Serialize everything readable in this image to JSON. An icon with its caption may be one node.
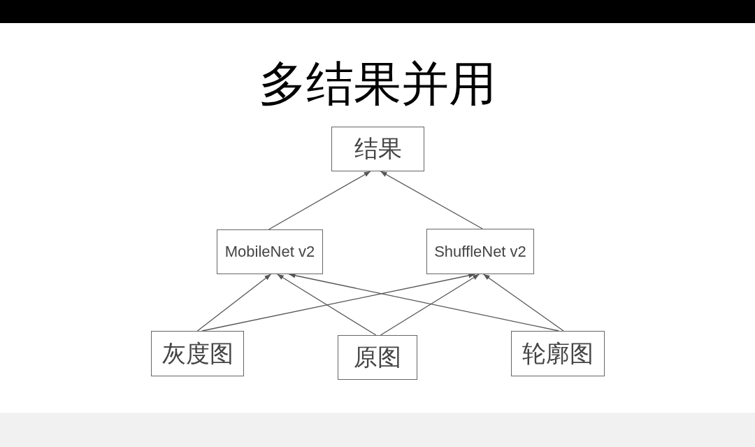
{
  "diagram": {
    "title": "多结果并用",
    "nodes": [
      {
        "text": [
          "结果"
        ]
      },
      {
        "text": [
          "MobileNet v2"
        ]
      },
      {
        "text": [
          "ShuffleNet v2"
        ]
      },
      {
        "text": [
          "灰度图"
        ]
      },
      {
        "text": [
          "原图"
        ]
      },
      {
        "text": [
          "轮廓图"
        ]
      }
    ],
    "edges": [
      {
        "from": 1,
        "to": 0,
        "arrow": "to"
      },
      {
        "from": 2,
        "to": 0,
        "arrow": "to"
      },
      {
        "from": 3,
        "to": 1,
        "arrow": "to"
      },
      {
        "from": 3,
        "to": 2,
        "arrow": "to"
      },
      {
        "from": 4,
        "to": 1,
        "arrow": "to"
      },
      {
        "from": 4,
        "to": 2,
        "arrow": "to"
      },
      {
        "from": 5,
        "to": 1,
        "arrow": "to"
      },
      {
        "from": 5,
        "to": 2,
        "arrow": "to"
      }
    ]
  }
}
